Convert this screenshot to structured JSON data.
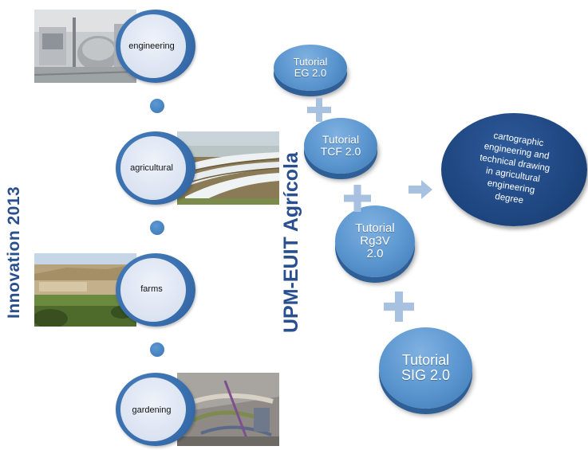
{
  "left_title": "Innovation 2013",
  "middle_title": "UPM-EUIT Agrícola",
  "circles": [
    {
      "label": "engineering"
    },
    {
      "label": "agricultural"
    },
    {
      "label": "farms"
    },
    {
      "label": "gardening"
    }
  ],
  "tutorials": [
    {
      "label": "Tutorial\nEG 2.0"
    },
    {
      "label": "Tutorial\nTCF 2.0"
    },
    {
      "label": "Tutorial\nRg3V\n2.0"
    },
    {
      "label": "Tutorial\nSIG 2.0"
    }
  ],
  "result": {
    "label": "cartographic\nengineering and\ntechnical drawing\nin agricultural\nengineering\ndegree"
  },
  "colors": {
    "title_blue": "#2a4f8f",
    "disk_blue": "#5a95cf",
    "dark_oval": "#1e4680",
    "plus_arrow": "#a9c1e0"
  },
  "icons": [
    "plus-icon",
    "arrow-right-icon"
  ]
}
